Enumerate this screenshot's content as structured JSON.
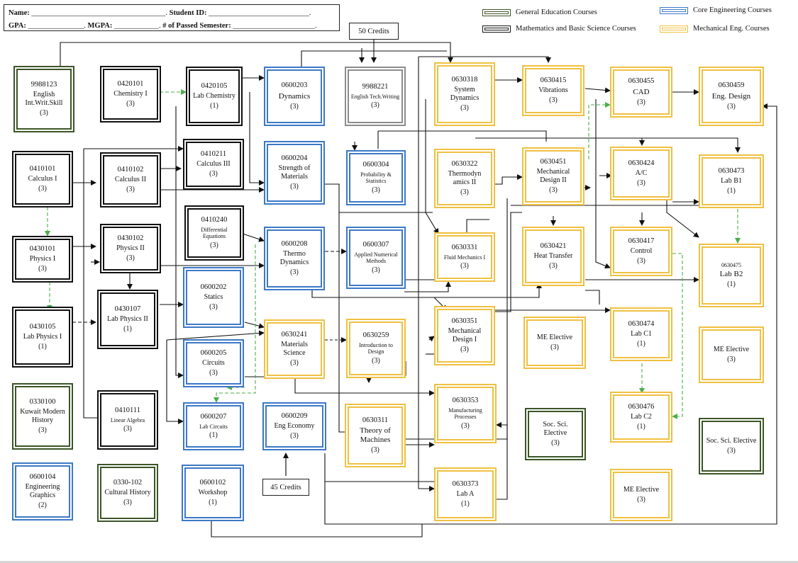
{
  "header": {
    "name_label": "Name",
    "student_id_label": "Student ID",
    "gpa_label": "GPA",
    "mgpa_label": "MGPA",
    "passed_sem_label": "# of Passed Semester"
  },
  "legend": [
    {
      "label": "General Education Courses",
      "category": "green"
    },
    {
      "label": "Core Engineering Courses",
      "category": "blue"
    },
    {
      "label": "Mathematics and Basic Science Courses",
      "category": "black"
    },
    {
      "label": "Mechanical Eng. Courses",
      "category": "gold"
    }
  ],
  "credit_markers": {
    "c50": "50 Credits",
    "c45": "45 Credits"
  },
  "colors": {
    "green": "#3b5527",
    "black": "#111111",
    "blue": "#3c78c8",
    "gold": "#f0c040",
    "gray": "#8c8c8c",
    "arrow": "#111111",
    "dashed": "#4cae4c"
  },
  "courses": [
    {
      "id": "n9988123",
      "code": "9988123",
      "name": "English Int.Writ.Skill",
      "credits": "(3)",
      "category": "green"
    },
    {
      "id": "n0410101",
      "code": "0410101",
      "name": "Calculus I",
      "credits": "(3)",
      "category": "black"
    },
    {
      "id": "n0430101",
      "code": "0430101",
      "name": "Physics I",
      "credits": "(3)",
      "category": "black"
    },
    {
      "id": "n0430105",
      "code": "0430105",
      "name": "Lab Physics I",
      "credits": "(1)",
      "category": "black"
    },
    {
      "id": "n0330100",
      "code": "0330100",
      "name": "Kuwait Modern History",
      "credits": "(3)",
      "category": "green"
    },
    {
      "id": "n0600104",
      "code": "0600104",
      "name": "Engineering Graphics",
      "credits": "(2)",
      "category": "blue"
    },
    {
      "id": "n0420101",
      "code": "0420101",
      "name": "Chemistry I",
      "credits": "(3)",
      "category": "black"
    },
    {
      "id": "n0410102",
      "code": "0410102",
      "name": "Calculus II",
      "credits": "(3)",
      "category": "black"
    },
    {
      "id": "n0430102",
      "code": "0430102",
      "name": "Physics II",
      "credits": "(3)",
      "category": "black"
    },
    {
      "id": "n0430107",
      "code": "0430107",
      "name": "Lab Physics II",
      "credits": "(1)",
      "category": "black"
    },
    {
      "id": "n0410111",
      "code": "0410111",
      "name": "Linear Algebra",
      "credits": "(3)",
      "category": "black"
    },
    {
      "id": "n0330102",
      "code": "0330-102",
      "name": "Cultural History",
      "credits": "(3)",
      "category": "green"
    },
    {
      "id": "n0420105",
      "code": "0420105",
      "name": "Lab Chemistry",
      "credits": "(1)",
      "category": "black"
    },
    {
      "id": "n0410211",
      "code": "0410211",
      "name": "Calculus III",
      "credits": "(3)",
      "category": "black"
    },
    {
      "id": "n0410240",
      "code": "0410240",
      "name": "Differential Equations",
      "credits": "(3)",
      "category": "black"
    },
    {
      "id": "n0600202",
      "code": "0600202",
      "name": "Statics",
      "credits": "(3)",
      "category": "blue"
    },
    {
      "id": "n0600205",
      "code": "0600205",
      "name": "Circuits",
      "credits": "(3)",
      "category": "blue"
    },
    {
      "id": "n0600207",
      "code": "0600207",
      "name": "Lab Circuits",
      "credits": "(1)",
      "category": "blue"
    },
    {
      "id": "n0600102",
      "code": "0600102",
      "name": "Workshop",
      "credits": "(1)",
      "category": "blue"
    },
    {
      "id": "n0600203",
      "code": "0600203",
      "name": "Dynamics",
      "credits": "(3)",
      "category": "blue"
    },
    {
      "id": "n0600204",
      "code": "0600204",
      "name": "Strength of Materials",
      "credits": "(3)",
      "category": "blue"
    },
    {
      "id": "n0600208",
      "code": "0600208",
      "name": "Thermo Dynamics",
      "credits": "(3)",
      "category": "blue"
    },
    {
      "id": "n0630241",
      "code": "0630241",
      "name": "Materials Science",
      "credits": "(3)",
      "category": "gold"
    },
    {
      "id": "n0600209",
      "code": "0600209",
      "name": "Eng Economy",
      "credits": "(3)",
      "category": "blue"
    },
    {
      "id": "n9988221",
      "code": "9988221",
      "name": "English Tech.Writing",
      "credits": "(3)",
      "category": "gray"
    },
    {
      "id": "n0600304",
      "code": "0600304",
      "name": "Probability & Statistics",
      "credits": "(3)",
      "category": "blue"
    },
    {
      "id": "n0600307",
      "code": "0600307",
      "name": "Applied Numerical Methods",
      "credits": "(3)",
      "category": "blue"
    },
    {
      "id": "n0630259",
      "code": "0630259",
      "name": "Introduction to Design",
      "credits": "(3)",
      "category": "gold"
    },
    {
      "id": "n0630311",
      "code": "0630311",
      "name": "Theory of Machines",
      "credits": "(3)",
      "category": "gold"
    },
    {
      "id": "n0630318",
      "code": "0630318",
      "name": "System Dynamics",
      "credits": "(3)",
      "category": "gold"
    },
    {
      "id": "n0630322",
      "code": "0630322",
      "name": "Thermodyn amics II",
      "credits": "(3)",
      "category": "gold"
    },
    {
      "id": "n0630331",
      "code": "0630331",
      "name": "Fluid Mechanics I",
      "credits": "(3)",
      "category": "gold"
    },
    {
      "id": "n0630351",
      "code": "0630351",
      "name": "Mechanical Design I",
      "credits": "(3)",
      "category": "gold"
    },
    {
      "id": "n0630353",
      "code": "0630353",
      "name": "Manufacturing Processes",
      "credits": "(3)",
      "category": "gold"
    },
    {
      "id": "n0630373",
      "code": "0630373",
      "name": "Lab A",
      "credits": "(1)",
      "category": "gold"
    },
    {
      "id": "n0630415",
      "code": "0630415",
      "name": "Vibrations",
      "credits": "(3)",
      "category": "gold"
    },
    {
      "id": "n0630451",
      "code": "0630451",
      "name": "Mechanical Design II",
      "credits": "(3)",
      "category": "gold"
    },
    {
      "id": "n0630421",
      "code": "0630421",
      "name": "Heat Transfer",
      "credits": "(3)",
      "category": "gold"
    },
    {
      "id": "nMEel1",
      "code": "",
      "name": "ME Elective",
      "credits": "(3)",
      "category": "gold"
    },
    {
      "id": "nSoc1",
      "code": "",
      "name": "Soc. Sci. Elective",
      "credits": "(3)",
      "category": "green"
    },
    {
      "id": "n0630455",
      "code": "0630455",
      "name": "CAD",
      "credits": "(3)",
      "category": "gold"
    },
    {
      "id": "n0630424",
      "code": "0630424",
      "name": "A/C",
      "credits": "(3)",
      "category": "gold"
    },
    {
      "id": "n0630417",
      "code": "0630417",
      "name": "Control",
      "credits": "(3)",
      "category": "gold"
    },
    {
      "id": "n0630474",
      "code": "0630474",
      "name": "Lab C1",
      "credits": "(1)",
      "category": "gold"
    },
    {
      "id": "n0630476",
      "code": "0630476",
      "name": "Lab C2",
      "credits": "(1)",
      "category": "gold"
    },
    {
      "id": "nMEel2",
      "code": "",
      "name": "ME Elective",
      "credits": "(3)",
      "category": "gold"
    },
    {
      "id": "n0630459",
      "code": "0630459",
      "name": "Eng. Design",
      "credits": "(3)",
      "category": "gold"
    },
    {
      "id": "n0630473",
      "code": "0630473",
      "name": "Lab B1",
      "credits": "(1)",
      "category": "gold"
    },
    {
      "id": "n0630475",
      "code": "0630475",
      "name": "Lab B2",
      "credits": "(1)",
      "category": "gold"
    },
    {
      "id": "nMEel3",
      "code": "",
      "name": "ME Elective",
      "credits": "(3)",
      "category": "gold"
    },
    {
      "id": "nSoc2",
      "code": "",
      "name": "Soc. Sci. Elective",
      "credits": "(3)",
      "category": "green"
    }
  ]
}
